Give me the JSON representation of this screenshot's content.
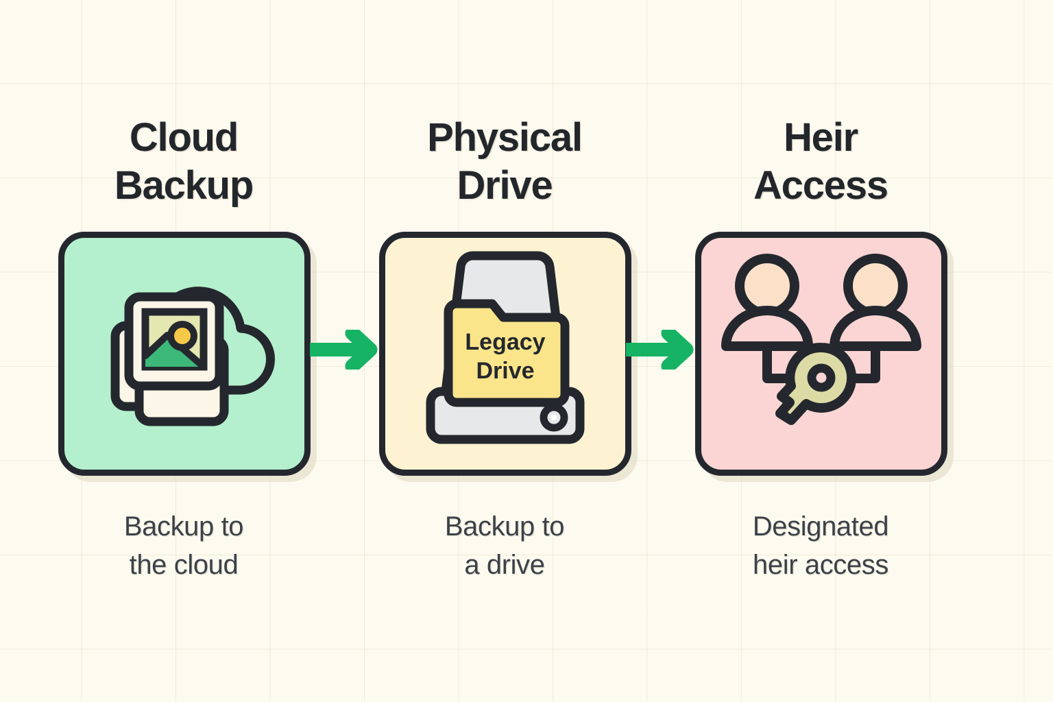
{
  "page": {
    "background_color": "#fdfaef",
    "grid_line_color": "#d0c6a8",
    "outline_color": "#24282e"
  },
  "diagram": {
    "type": "process-flow",
    "direction": "left-to-right",
    "step_count": 3,
    "arrow_color": "#16b364"
  },
  "steps": [
    {
      "title": "Cloud\nBackup",
      "caption": "Backup to\nthe cloud",
      "card_color": "#b4f0cd",
      "icon": "cloud-photos-icon",
      "icon_parts": {
        "cloud": "cloud-outline",
        "photo_stack": "stacked-photo-frames",
        "photo_sun_color": "#f7c948",
        "photo_hill_color": "#3cb878",
        "photo_sky_color": "#e4e7b0",
        "photo_paper_color": "#fbf6e7"
      }
    },
    {
      "title": "Physical\nDrive",
      "caption": "Backup to\na drive",
      "card_color": "#fdf3d3",
      "icon": "external-hard-drive-icon",
      "icon_parts": {
        "drive_body_color": "#e6e8e9",
        "folder_color": "#fbe58a",
        "folder_label": "Legacy\nDrive",
        "led_indicator": "drive-led-dot"
      }
    },
    {
      "title": "Heir\nAccess",
      "caption": "Designated\nheir access",
      "card_color": "#fbd5d4",
      "icon": "two-people-with-key-icon",
      "icon_parts": {
        "person_count": 2,
        "person_head_color": "#fde0c8",
        "key_color": "#dcdba6",
        "connector": "t-connector-line"
      }
    }
  ],
  "arrows": [
    {
      "name": "arrow-cloud-to-drive",
      "from": "Cloud Backup",
      "to": "Physical Drive"
    },
    {
      "name": "arrow-drive-to-heir",
      "from": "Physical Drive",
      "to": "Heir Access"
    }
  ]
}
